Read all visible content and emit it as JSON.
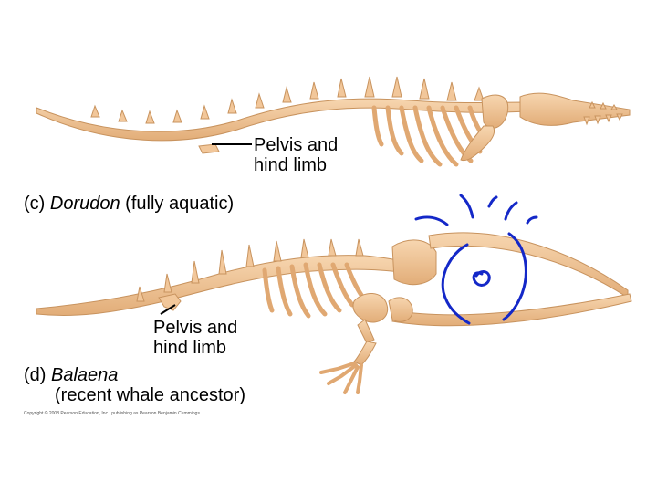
{
  "figure": {
    "dorudon": {
      "pelvis_label_line1": "Pelvis and",
      "pelvis_label_line2": "hind limb",
      "caption_prefix": "(c) ",
      "caption_name": "Dorudon",
      "caption_suffix": " (fully aquatic)"
    },
    "balaena": {
      "pelvis_label_line1": "Pelvis and",
      "pelvis_label_line2": "hind limb",
      "caption_prefix": "(d) ",
      "caption_name": "Balaena",
      "caption_line2": "(recent whale ancestor)"
    },
    "copyright": "Copyright © 2008 Pearson Education, Inc., publishing as Pearson Benjamin Cummings."
  },
  "colors": {
    "bone": "#f2c79a",
    "bone_edge": "#c8935e",
    "bone_shadow": "#e0a872",
    "ink": "#1428c8",
    "text": "#000000"
  }
}
